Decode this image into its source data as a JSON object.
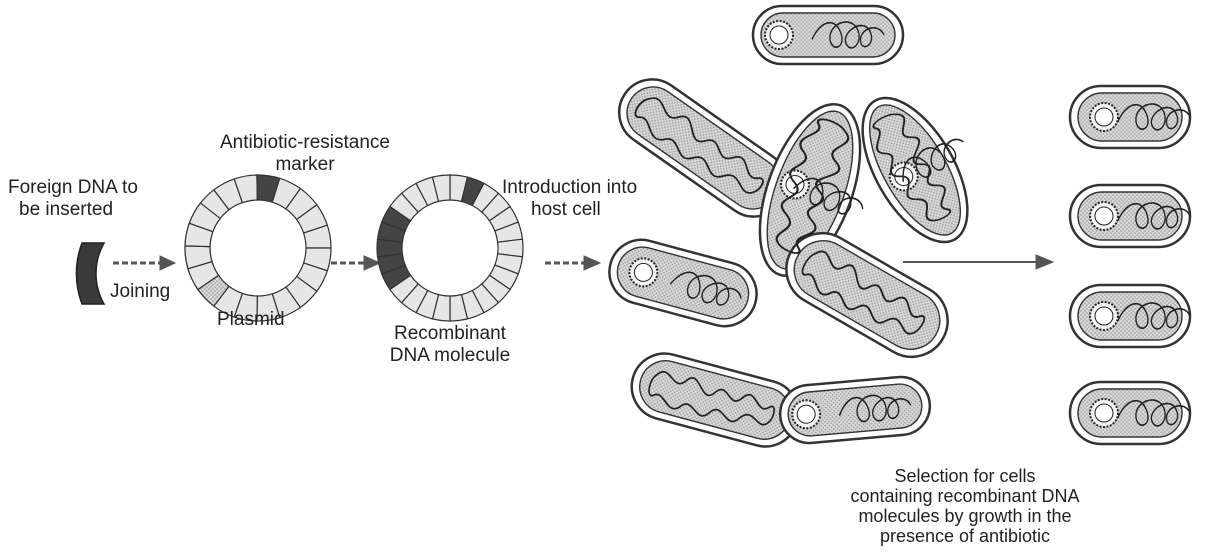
{
  "labels": {
    "foreign_dna_line1": "Foreign DNA to",
    "foreign_dna_line2": "be inserted",
    "joining": "Joining",
    "marker_line1": "Antibiotic-resistance",
    "marker_line2": "marker",
    "plasmid": "Plasmid",
    "recombinant_line1": "Recombinant",
    "recombinant_line2": "DNA molecule",
    "introduction_line1": "Introduction into",
    "introduction_line2": "host cell",
    "selection_line1": "Selection for cells",
    "selection_line2": "containing recombinant DNA",
    "selection_line3": "molecules by growth in the",
    "selection_line4": "presence of antibiotic"
  },
  "colors": {
    "stroke": "#333333",
    "segment_fill": "#e6e6e6",
    "marker_fill": "#444444",
    "foreign_fill": "#3a3a3a",
    "cell_fill": "#cfcfcf",
    "arrow_fill": "#555555"
  }
}
